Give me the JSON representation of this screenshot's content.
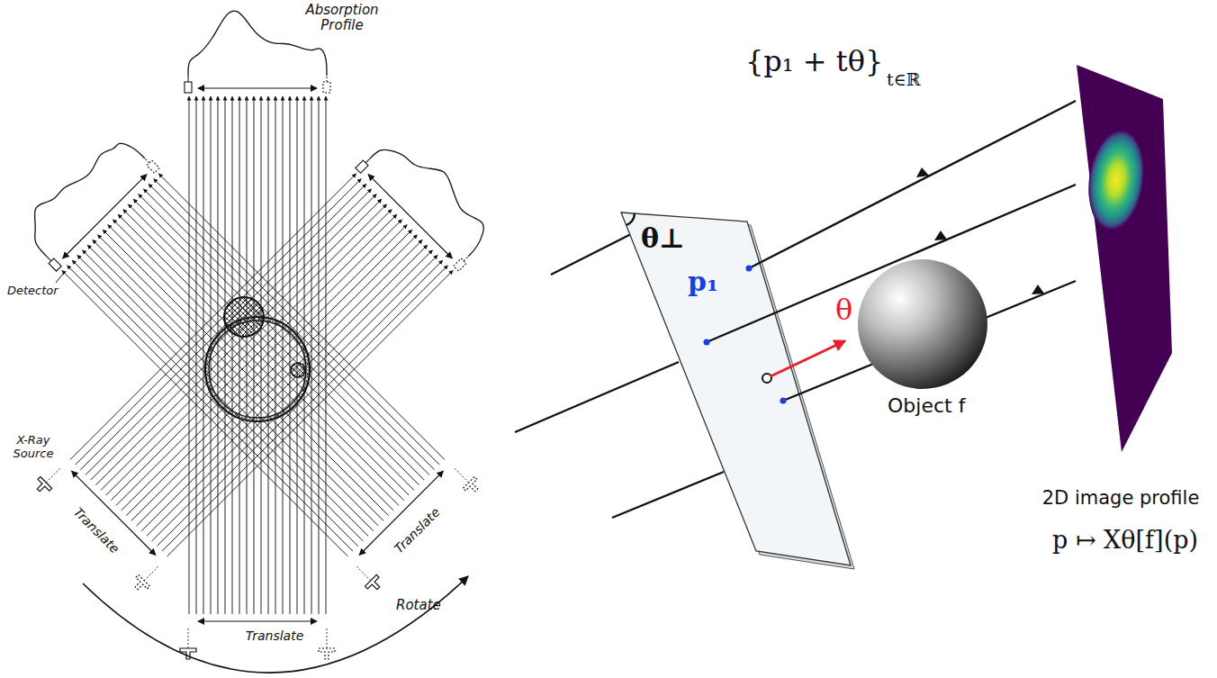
{
  "diagram": {
    "labels": [
      "Absorption Profile",
      "Detector",
      "X-Ray Source",
      "Translate",
      "Translate",
      "Translate",
      "Rotate",
      "{p₁ + tθ}",
      "t∈ℝ",
      "θ⊥",
      "p₁",
      "θ",
      "Object f",
      "2D image profile",
      "p ↦ Xθ[f](p)"
    ]
  }
}
